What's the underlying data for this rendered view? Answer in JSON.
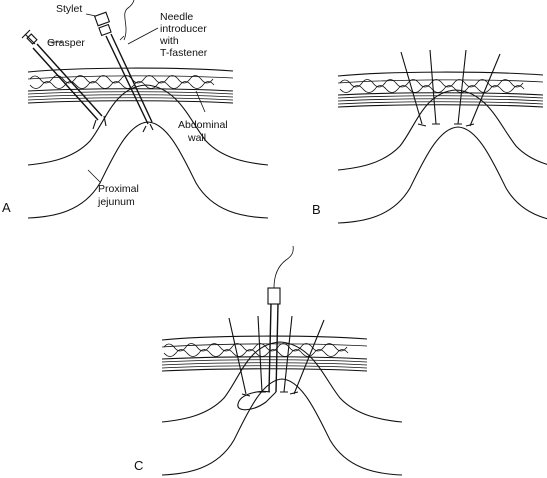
{
  "colors": {
    "ink": "#111111",
    "background": "#ffffff"
  },
  "labels": {
    "stylet": "Stylet",
    "grasper": "Grasper",
    "needle_line1": "Needle",
    "needle_line2": "introducer",
    "needle_line3": "with",
    "needle_line4": "T-fastener",
    "abdominal_line1": "Abdominal",
    "abdominal_line2": "wall",
    "jejunum_line1": "Proximal",
    "jejunum_line2": "jejunum"
  },
  "panels": {
    "a": "A",
    "b": "B",
    "c": "C"
  }
}
